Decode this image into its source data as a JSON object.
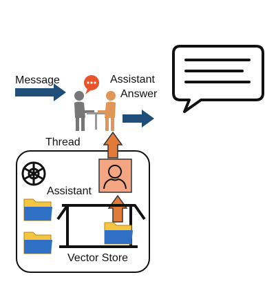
{
  "labels": {
    "message": "Message",
    "assistant_answer_line1": "Assistant",
    "assistant_answer_line2": "Answer",
    "thread": "Thread",
    "assistant": "Assistant",
    "vector_store": "Vector Store"
  },
  "icons": {
    "speech_bubble": "speech-bubble-icon",
    "meeting": "meeting-people-icon",
    "logo": "openai-logo-icon",
    "user": "user-silhouette-icon",
    "folder": "folder-icon",
    "store": "vector-store-icon"
  },
  "colors": {
    "arrow_navy": "#1f4e79",
    "arrow_orange": "#e07b39",
    "user_bg": "#f4a582",
    "chat_dot_bubble": "#e8542c",
    "person_grey": "#777777",
    "person_orange": "#e09656",
    "folder_yellow": "#f5c542",
    "folder_blue": "#2f6fc4"
  }
}
